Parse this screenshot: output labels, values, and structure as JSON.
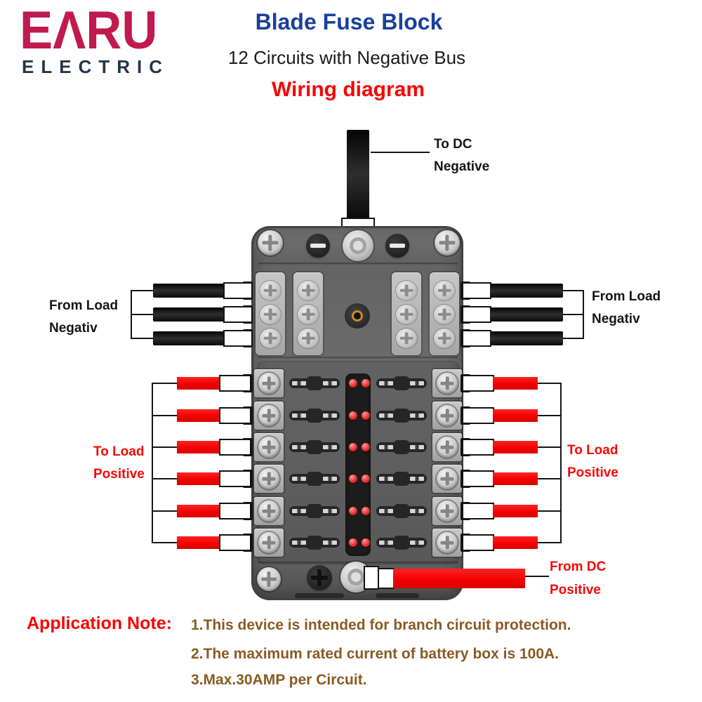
{
  "brand": {
    "name": "EARU",
    "display": "EΛRU",
    "subtitle": "ELECTRIC",
    "name_color": "#c01a4e",
    "subtitle_color": "#22374a"
  },
  "header": {
    "title": "Blade Fuse Block",
    "subtitle": "12 Circuits with Negative Bus",
    "diagram_label": "Wiring diagram",
    "title_color": "#1a3f9c",
    "diagram_label_color": "#fb0000"
  },
  "diagram": {
    "labels": {
      "dc_negative": {
        "line1": "To DC",
        "line2": "Negative"
      },
      "load_negative_left": {
        "line1": "From Load",
        "line2": "Negativ"
      },
      "load_negative_right": {
        "line1": "From Load",
        "line2": "Negativ"
      },
      "load_positive_left": {
        "line1": "To Load",
        "line2": "Positive"
      },
      "load_positive_right": {
        "line1": "To Load",
        "line2": "Positive"
      },
      "dc_positive": {
        "line1": "From DC",
        "line2": "Positive"
      }
    },
    "device": {
      "circuits": 12,
      "fuse_rows": 6,
      "fuses_per_row": 2,
      "leds_per_row": 2,
      "negative_rows_per_side": 3,
      "positive_rows_per_side": 6
    },
    "colors": {
      "positive_wire": "#f40000",
      "negative_wire": "#0a0a0a",
      "led": "#ee3030",
      "mount_ring_orange": "#c8882a",
      "label_red": "#f80606",
      "label_black": "#151515"
    }
  },
  "notes": {
    "heading": "Application Note:",
    "heading_color": "#fb0000",
    "text_color": "#8a5a22",
    "items": [
      "1.This device is intended for branch circuit protection.",
      "2.The maximum rated current of battery box is 100A.",
      "3.Max.30AMP per Circuit."
    ]
  }
}
